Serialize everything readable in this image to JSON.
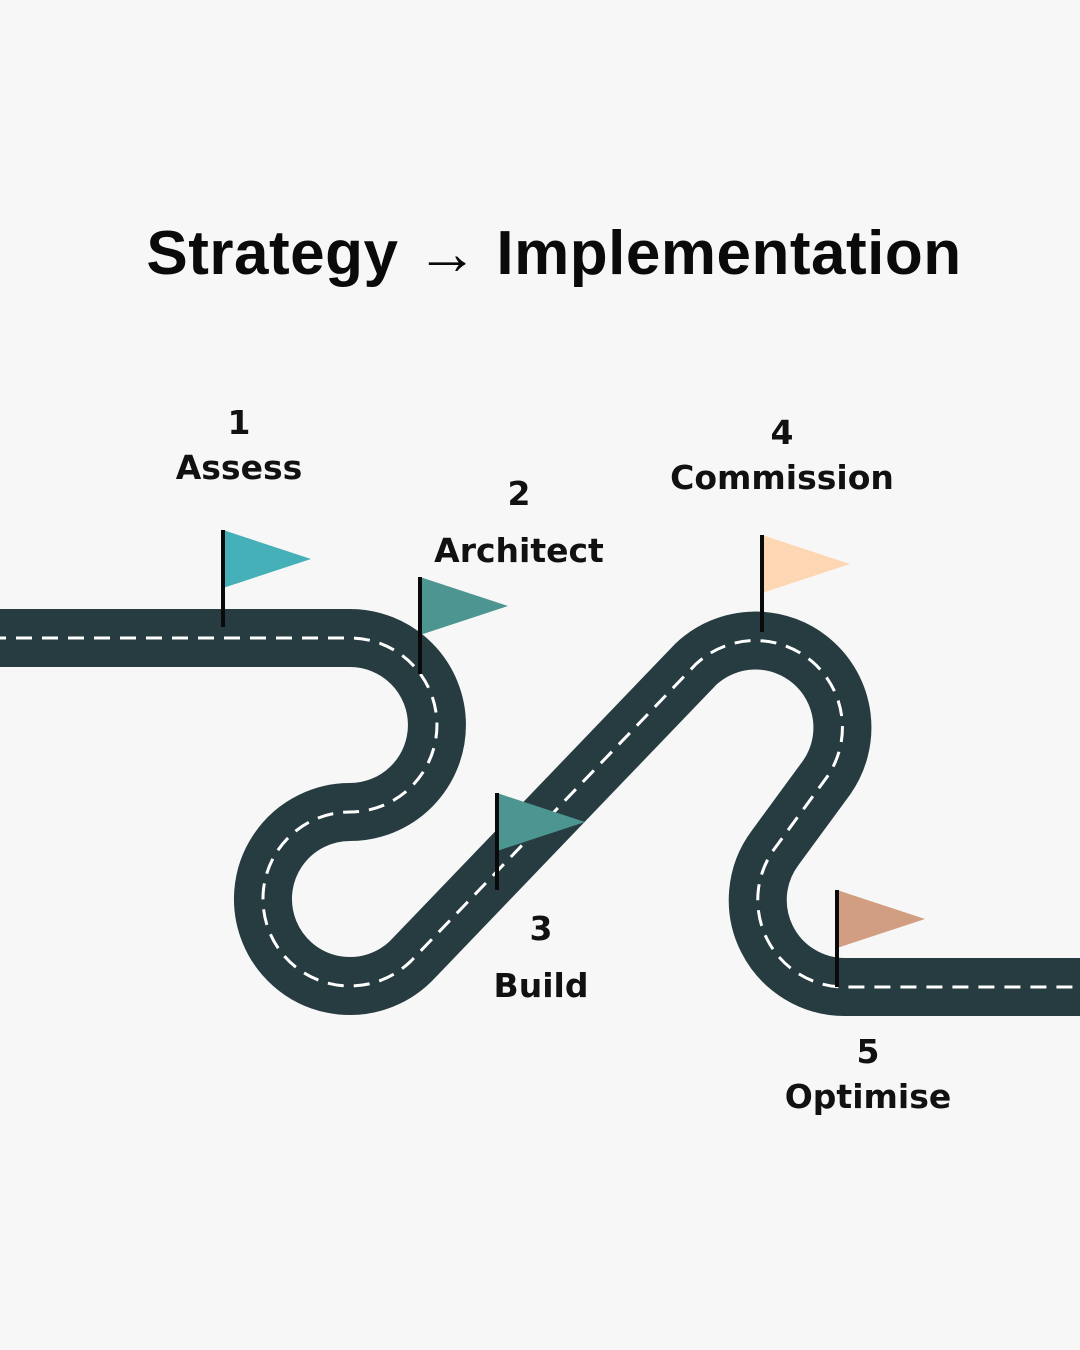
{
  "title": "Strategy → Implementation",
  "milestones": [
    {
      "number": "1",
      "label": "Assess",
      "flag_color": "#45b0b8"
    },
    {
      "number": "2",
      "label": "Architect",
      "flag_color": "#4d9590"
    },
    {
      "number": "3",
      "label": "Build",
      "flag_color": "#4d9590"
    },
    {
      "number": "4",
      "label": "Commission",
      "flag_color": "#fdd6b3"
    },
    {
      "number": "5",
      "label": "Optimise",
      "flag_color": "#d19e82"
    }
  ],
  "road_color": "#263c40"
}
